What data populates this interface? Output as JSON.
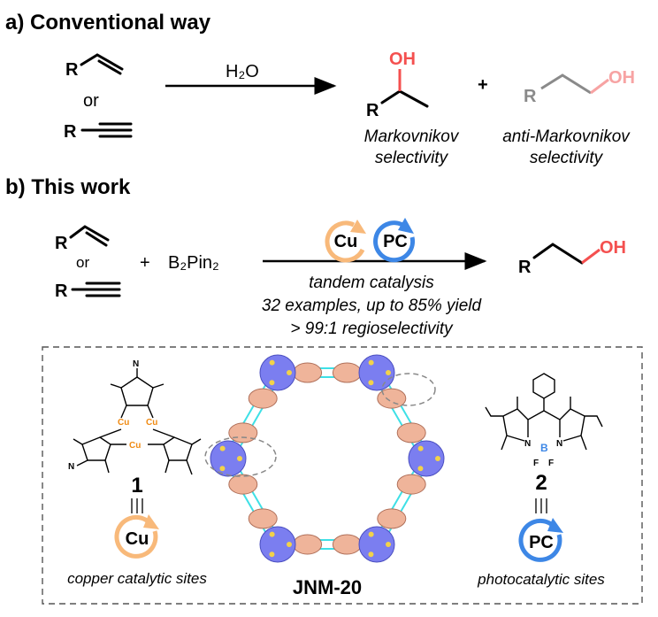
{
  "section_a": {
    "title": "a) Conventional way",
    "reactant_r1": "R",
    "or": "or",
    "reactant_r2": "R",
    "reagent": "H₂O",
    "product1": {
      "r": "R",
      "oh": "OH",
      "label_line1": "Markovnikov",
      "label_line2": "selectivity"
    },
    "plus": "+",
    "product2": {
      "r": "R",
      "oh": "OH",
      "label_line1": "anti-Markovnikov",
      "label_line2": "selectivity"
    }
  },
  "section_b": {
    "title": "b) This work",
    "reactant_r1": "R",
    "or": "or",
    "reactant_r2": "R",
    "plus": "+",
    "reagent": "B₂Pin₂",
    "catalyst_cu": "Cu",
    "catalyst_pc": "PC",
    "condition1": "tandem catalysis",
    "condition2": "32 examples, up to 85% yield",
    "condition3": "> 99:1 regioselectivity",
    "product": {
      "r": "R",
      "oh": "OH"
    }
  },
  "panel": {
    "compound1": {
      "number": "1",
      "metal": "Cu",
      "atom_n": "N",
      "badge": "Cu",
      "caption": "copper catalytic sites"
    },
    "framework": {
      "name": "JNM-20"
    },
    "compound2": {
      "number": "2",
      "boron": "B",
      "fluorine": "F",
      "atom_n": "N",
      "badge": "PC",
      "caption": "photocatalytic sites"
    }
  },
  "colors": {
    "oh_red": "#f4504f",
    "oh_faded": "#f7a3a3",
    "faded_gray": "#8a8a8a",
    "cu_orange": "#f8b97a",
    "pc_blue": "#3d87e6",
    "cu_atom": "#f08a12",
    "boron": "#3d87e6",
    "framework_blue": "#7b7ef0",
    "framework_peach": "#efb49a",
    "linker_cyan": "#3ee0e6"
  }
}
